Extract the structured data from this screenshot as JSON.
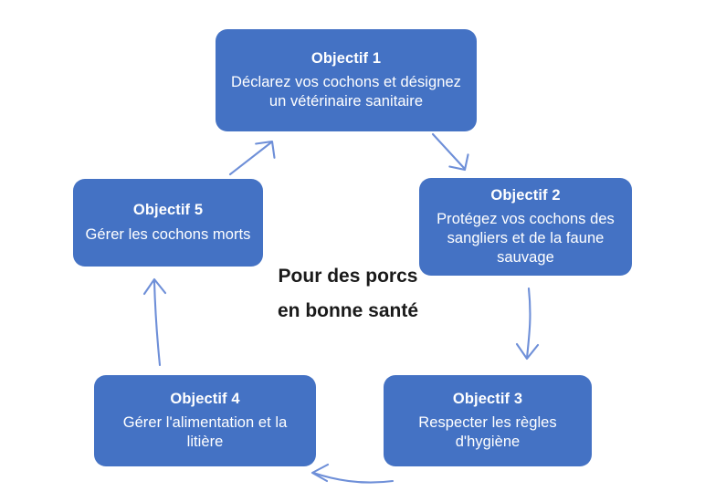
{
  "diagram": {
    "title_center": {
      "line1": "Pour des porcs",
      "line2": "en bonne santé"
    },
    "colors": {
      "node_fill": "#4472C4",
      "node_text": "#FFFFFF",
      "arrow": "#6E8FD8",
      "center_text": "#1A1A1A",
      "background": "#FFFFFF"
    },
    "nodes": [
      {
        "id": "objectif-1",
        "title": "Objectif 1",
        "body": "Déclarez vos cochons et désignez un vétérinaire sanitaire"
      },
      {
        "id": "objectif-2",
        "title": "Objectif 2",
        "body": "Protégez vos cochons des sangliers et de la faune sauvage"
      },
      {
        "id": "objectif-3",
        "title": "Objectif 3",
        "body": "Respecter les règles d'hygiène"
      },
      {
        "id": "objectif-4",
        "title": "Objectif 4",
        "body": "Gérer l'alimentation et la litière"
      },
      {
        "id": "objectif-5",
        "title": "Objectif 5",
        "body": "Gérer les cochons morts"
      }
    ],
    "arrows": [
      {
        "id": "arrow-1-to-2",
        "from": "objectif-1",
        "to": "objectif-2",
        "direction": "down-right"
      },
      {
        "id": "arrow-2-to-3",
        "from": "objectif-2",
        "to": "objectif-3",
        "direction": "down"
      },
      {
        "id": "arrow-3-to-4",
        "from": "objectif-3",
        "to": "objectif-4",
        "direction": "left"
      },
      {
        "id": "arrow-4-to-5",
        "from": "objectif-4",
        "to": "objectif-5",
        "direction": "up"
      },
      {
        "id": "arrow-5-to-1",
        "from": "objectif-5",
        "to": "objectif-1",
        "direction": "up-right"
      }
    ]
  }
}
